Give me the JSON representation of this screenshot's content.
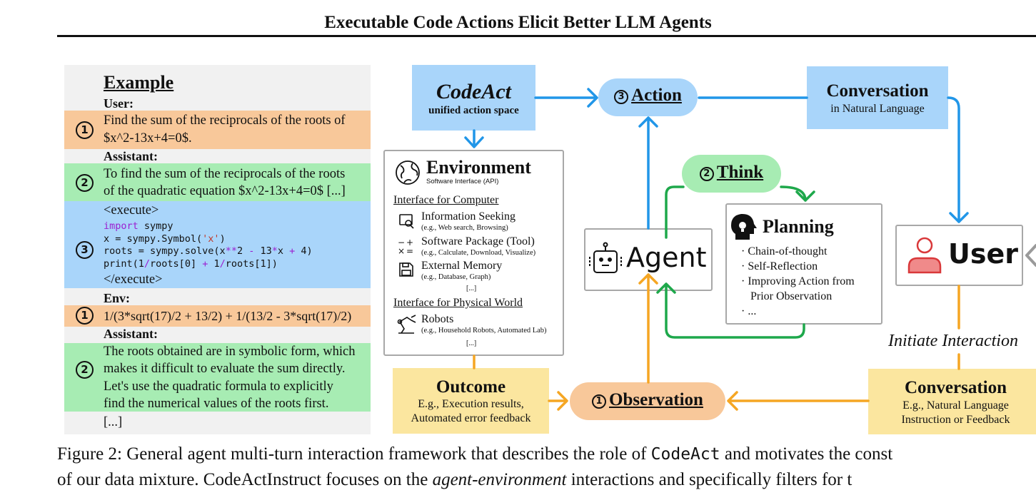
{
  "header": {
    "title": "Executable Code Actions Elicit Better LLM Agents"
  },
  "example": {
    "title": "Example",
    "user_label": "User:",
    "assistant_label": "Assistant:",
    "env_label": "Env:",
    "turns": [
      {
        "num": "1",
        "lines": [
          "Find the sum of the reciprocals of the roots of",
          "$x^2-13x+4=0$."
        ]
      },
      {
        "num": "2",
        "lines": [
          "To find the sum of the reciprocals of the roots",
          "of the quadratic equation $x^2-13x+4=0$ [...]"
        ]
      },
      {
        "num": "3",
        "open_tag": "<execute>",
        "code": [
          "import sympy",
          "x = sympy.Symbol('x')",
          "roots = sympy.solve(x**2 - 13*x + 4)",
          "print(1/roots[0] + 1/roots[1])"
        ],
        "close_tag": "</execute>"
      },
      {
        "num": "1",
        "lines": [
          "1/(3*sqrt(17)/2 + 13/2) + 1/(13/2 - 3*sqrt(17)/2)"
        ]
      },
      {
        "num": "2",
        "lines": [
          "The roots obtained are in symbolic form, which",
          "makes it difficult to evaluate the sum directly.",
          "Let's use the quadratic formula to explicitly",
          "find the numerical values of the roots first."
        ]
      }
    ],
    "ellipsis": "[...]"
  },
  "diagram": {
    "codeact": {
      "title": "CodeAct",
      "subtitle": "unified action space"
    },
    "action": {
      "num": "3",
      "label": "Action"
    },
    "conversation_top": {
      "title": "Conversation",
      "subtitle": "in Natural Language"
    },
    "environment": {
      "title": "Environment",
      "subtitle": "Software Interface (API)",
      "computer_heading": "Interface for Computer",
      "items": [
        {
          "label": "Information Seeking",
          "detail": "(e.g., Web search, Browsing)",
          "icon": "web-search-icon"
        },
        {
          "label": "Software Package (Tool)",
          "detail": "(e.g., Calculate, Download, Visualize)",
          "icon": "calculator-icon"
        },
        {
          "label": "External Memory",
          "detail": "(e.g., Database, Graph)",
          "icon": "floppy-disk-icon"
        }
      ],
      "ellipsis1": "[...]",
      "physical_heading": "Interface for Physical World",
      "robots": {
        "label": "Robots",
        "detail": "(e.g., Household Robots, Automated Lab)",
        "icon": "robot-arm-icon"
      },
      "ellipsis2": "[...]"
    },
    "think": {
      "num": "2",
      "label": "Think"
    },
    "planning": {
      "title": "Planning",
      "items": [
        "Chain-of-thought",
        "Self-Reflection",
        "Improving Action from",
        "Prior Observation",
        "..."
      ]
    },
    "agent": {
      "label": "Agent"
    },
    "user": {
      "label": "User"
    },
    "initiate": "Initiate Interaction",
    "outcome": {
      "title": "Outcome",
      "lines": [
        "E.g., Execution results,",
        "Automated error feedback"
      ]
    },
    "observation": {
      "num": "1",
      "label": "Observation"
    },
    "conversation_bottom": {
      "title": "Conversation",
      "lines": [
        "E.g., Natural Language",
        "Instruction or Feedback"
      ]
    },
    "colors": {
      "blue_arrow": "#2196e8",
      "green_arrow": "#1ea84b",
      "orange_arrow": "#f5a623",
      "blue_box": "#a9d5fa",
      "green_box": "#a7ecb3",
      "orange_box": "#f8c89a",
      "yellow_box": "#fbe69f",
      "user_icon": "#e45b5b"
    }
  },
  "caption": {
    "prefix": "Figure 2: General agent multi-turn interaction framework that describes the role of ",
    "code": "CodeAct",
    "suffix": " and motivates the const",
    "line2_a": "of our data mixture. CodeActInstruct focuses on the ",
    "line2_em": "agent-environment",
    "line2_b": " interactions and specifically filters for t"
  }
}
